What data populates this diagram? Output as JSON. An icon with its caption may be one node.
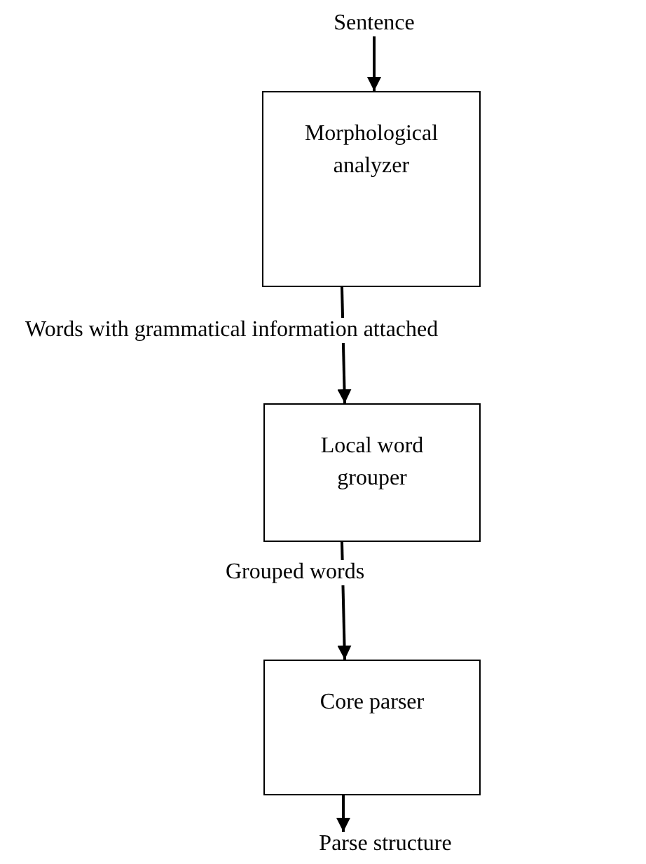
{
  "diagram": {
    "nodes": [
      {
        "text": [
          "Sentence"
        ]
      },
      {
        "text": [
          "Morphological analyzer"
        ]
      },
      {
        "text": [
          "Local word grouper"
        ]
      },
      {
        "text": [
          "Core parser"
        ]
      },
      {
        "text": [
          "Parse structure"
        ]
      }
    ],
    "edges": [
      {
        "from": 0,
        "to": 1,
        "arrow": "to"
      },
      {
        "from": 1,
        "to": 2,
        "arrow": "to",
        "label": "Words with grammatical information attached"
      },
      {
        "from": 2,
        "to": 3,
        "arrow": "to",
        "label": "Grouped words"
      },
      {
        "from": 3,
        "to": 4,
        "arrow": "to"
      }
    ]
  }
}
